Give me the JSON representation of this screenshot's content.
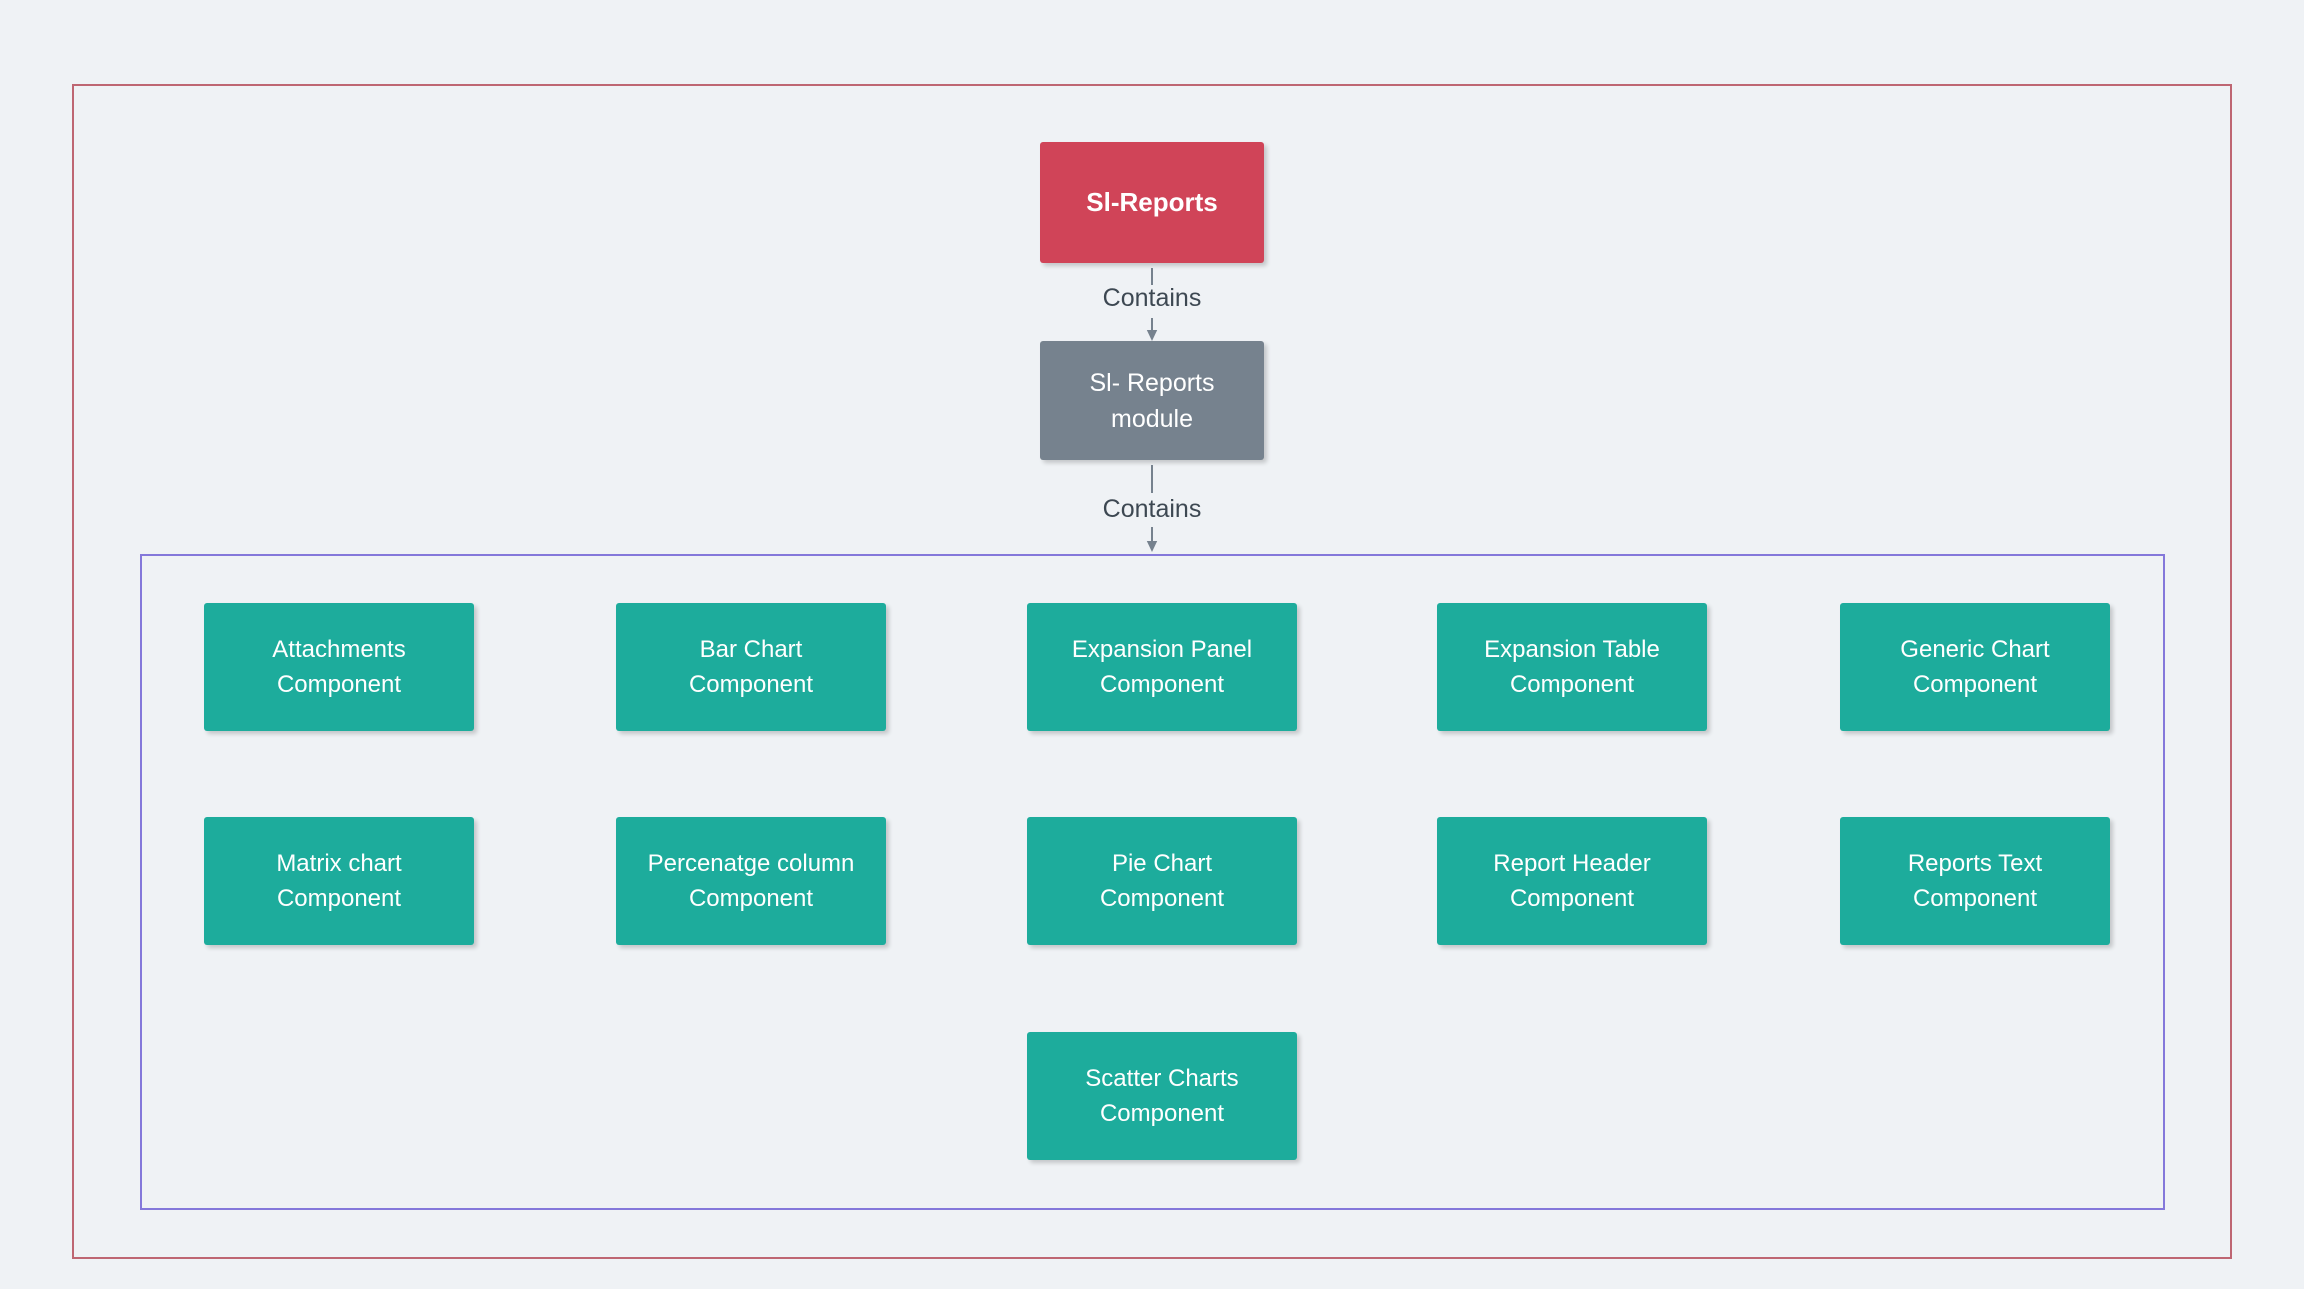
{
  "diagram": {
    "root_node": {
      "label": "Sl-Reports"
    },
    "module_node": {
      "line1": "Sl- Reports",
      "line2": "module"
    },
    "edges": [
      {
        "label": "Contains"
      },
      {
        "label": "Contains"
      }
    ],
    "components": [
      {
        "line1": "Attachments",
        "line2": "Component"
      },
      {
        "line1": "Bar Chart",
        "line2": "Component"
      },
      {
        "line1": "Expansion Panel",
        "line2": "Component"
      },
      {
        "line1": "Expansion Table",
        "line2": "Component"
      },
      {
        "line1": "Generic Chart",
        "line2": "Component"
      },
      {
        "line1": "Matrix chart",
        "line2": "Component"
      },
      {
        "line1": "Percenatge column",
        "line2": "Component"
      },
      {
        "line1": "Pie Chart",
        "line2": "Component"
      },
      {
        "line1": "Report Header",
        "line2": "Component"
      },
      {
        "line1": "Reports Text",
        "line2": "Component"
      },
      {
        "line1": "Scatter Charts",
        "line2": "Component"
      }
    ]
  },
  "colors": {
    "background": "#EFF2F5",
    "root_fill": "#D04458",
    "module_fill": "#76828E",
    "component_fill": "#1DAC9C",
    "outer_frame_border": "#BE6672",
    "container_frame_border": "#8478DA",
    "connector": "#76828E",
    "edge_label_text": "#3D4852",
    "node_text": "#FFFFFF"
  }
}
